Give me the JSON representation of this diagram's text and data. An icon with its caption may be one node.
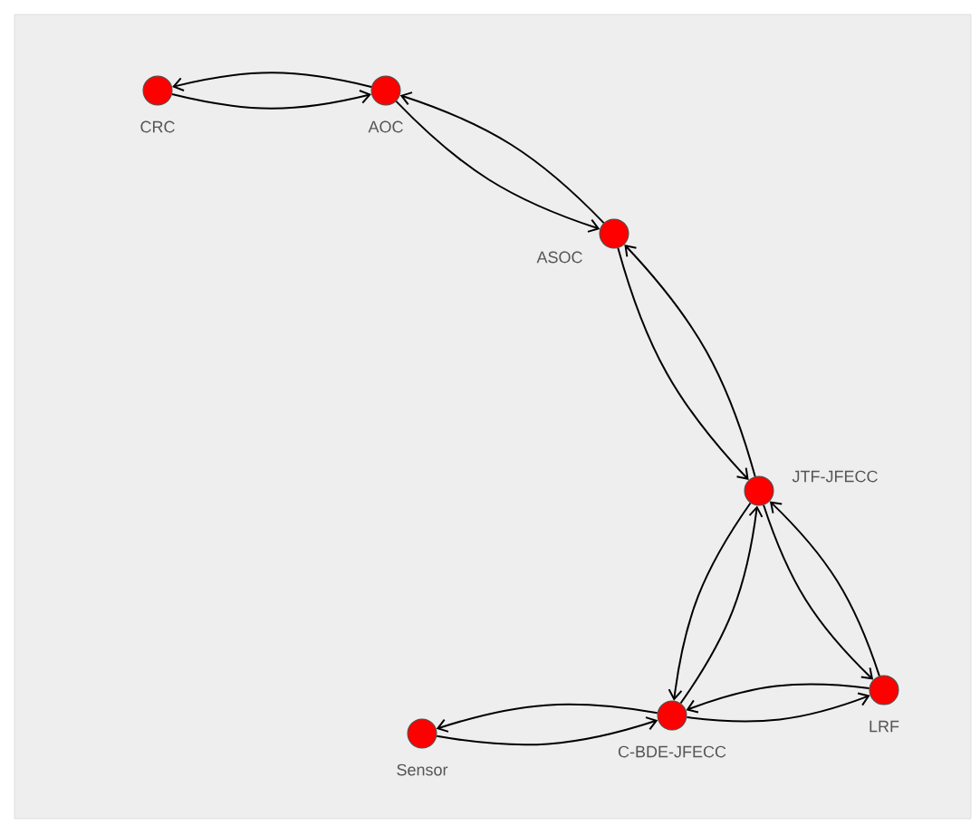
{
  "diagram": {
    "nodes": [
      {
        "text": [],
        "shape": "circle",
        "beside": [
          "CRC"
        ]
      },
      {
        "text": [],
        "shape": "circle",
        "beside": [
          "AOC"
        ]
      },
      {
        "text": [],
        "shape": "circle",
        "beside": [
          "ASOC"
        ]
      },
      {
        "text": [],
        "shape": "circle",
        "beside": [
          "JTF-JFECC"
        ]
      },
      {
        "text": [],
        "shape": "circle",
        "beside": [
          "LRF"
        ]
      },
      {
        "text": [],
        "shape": "circle",
        "beside": [
          "C-BDE-JFECC"
        ]
      },
      {
        "text": [],
        "shape": "circle",
        "beside": [
          "Sensor"
        ]
      }
    ],
    "edges": [
      {
        "from": 1,
        "to": 0,
        "arrow": "to"
      },
      {
        "from": 0,
        "to": 1,
        "arrow": "to"
      },
      {
        "from": 2,
        "to": 1,
        "arrow": "to"
      },
      {
        "from": 1,
        "to": 2,
        "arrow": "to"
      },
      {
        "from": 3,
        "to": 2,
        "arrow": "to"
      },
      {
        "from": 2,
        "to": 3,
        "arrow": "to"
      },
      {
        "from": 3,
        "to": 5,
        "arrow": "to"
      },
      {
        "from": 5,
        "to": 3,
        "arrow": "to"
      },
      {
        "from": 3,
        "to": 4,
        "arrow": "to"
      },
      {
        "from": 4,
        "to": 3,
        "arrow": "to"
      },
      {
        "from": 4,
        "to": 5,
        "arrow": "to"
      },
      {
        "from": 5,
        "to": 4,
        "arrow": "to"
      },
      {
        "from": 5,
        "to": 6,
        "arrow": "to"
      },
      {
        "from": 6,
        "to": 5,
        "arrow": "to"
      }
    ]
  }
}
